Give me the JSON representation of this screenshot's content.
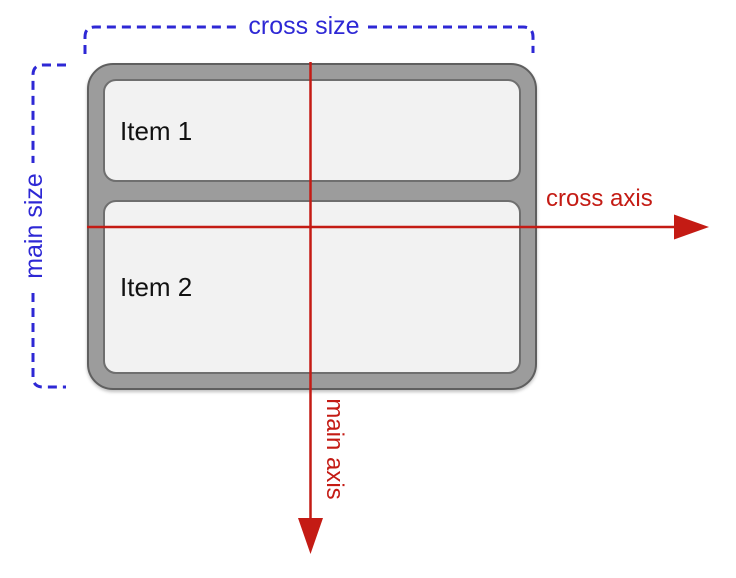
{
  "labels": {
    "cross_size": "cross size",
    "main_size": "main size",
    "cross_axis": "cross axis",
    "main_axis": "main axis"
  },
  "container": {
    "items": [
      {
        "label": "Item 1"
      },
      {
        "label": "Item 2"
      }
    ]
  },
  "colors": {
    "blue": "#2e28d5",
    "red": "#c41b14",
    "container_fill": "#9c9c9c",
    "container_border": "#5f5f5f",
    "item_fill": "#f2f2f2",
    "item_border": "#6f6f6f"
  }
}
